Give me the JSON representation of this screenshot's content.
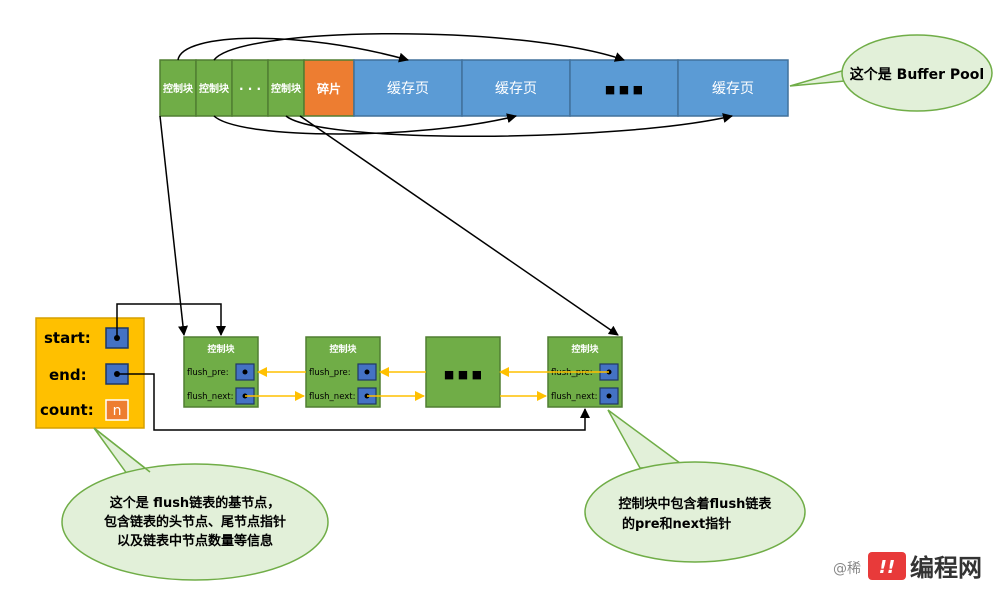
{
  "colors": {
    "green": "#70ad47",
    "green_border": "#507e32",
    "blue": "#5b9bd5",
    "blue_border": "#41719c",
    "orange": "#ed7d31",
    "yellow": "#ffc000",
    "bubble_fill": "#e2f0d9",
    "bubble_border": "#70ad47",
    "pointer_blue": "#4472c4",
    "dark_blue": "#1f3864",
    "yellow_arrow": "#ffc000",
    "watermark_red": "#e83a3a"
  },
  "buffer_pool": {
    "cells": [
      {
        "label": "控制块",
        "kind": "control"
      },
      {
        "label": "控制块",
        "kind": "control"
      },
      {
        "label": "· · ·",
        "kind": "control"
      },
      {
        "label": "控制块",
        "kind": "control"
      },
      {
        "label": "碎片",
        "kind": "fragment"
      },
      {
        "label": "缓存页",
        "kind": "page"
      },
      {
        "label": "缓存页",
        "kind": "page"
      },
      {
        "label": "■ ■ ■",
        "kind": "page"
      },
      {
        "label": "缓存页",
        "kind": "page"
      }
    ],
    "callout": "这个是 Buffer Pool"
  },
  "base_node": {
    "start_label": "start:",
    "end_label": "end:",
    "count_label": "count:",
    "count_value": "n"
  },
  "flush_list": {
    "nodes": [
      {
        "title": "控制块",
        "pre": "flush_pre:",
        "next": "flush_next:"
      },
      {
        "title": "控制块",
        "pre": "flush_pre:",
        "next": "flush_next:"
      },
      {
        "title": "",
        "ellipsis": "■ ■ ■"
      },
      {
        "title": "控制块",
        "pre": "flush_pre:",
        "next": "flush_next:"
      }
    ]
  },
  "callouts": {
    "base_node": [
      "这个是 flush链表的基节点，",
      "包含链表的头节点、尾节点指针",
      "以及链表中节点数量等信息"
    ],
    "control_block": [
      "控制块中包含着flush链表",
      "的pre和next指针"
    ]
  },
  "watermark": {
    "prefix": "@稀",
    "logo": "!!",
    "name": "编程网"
  }
}
